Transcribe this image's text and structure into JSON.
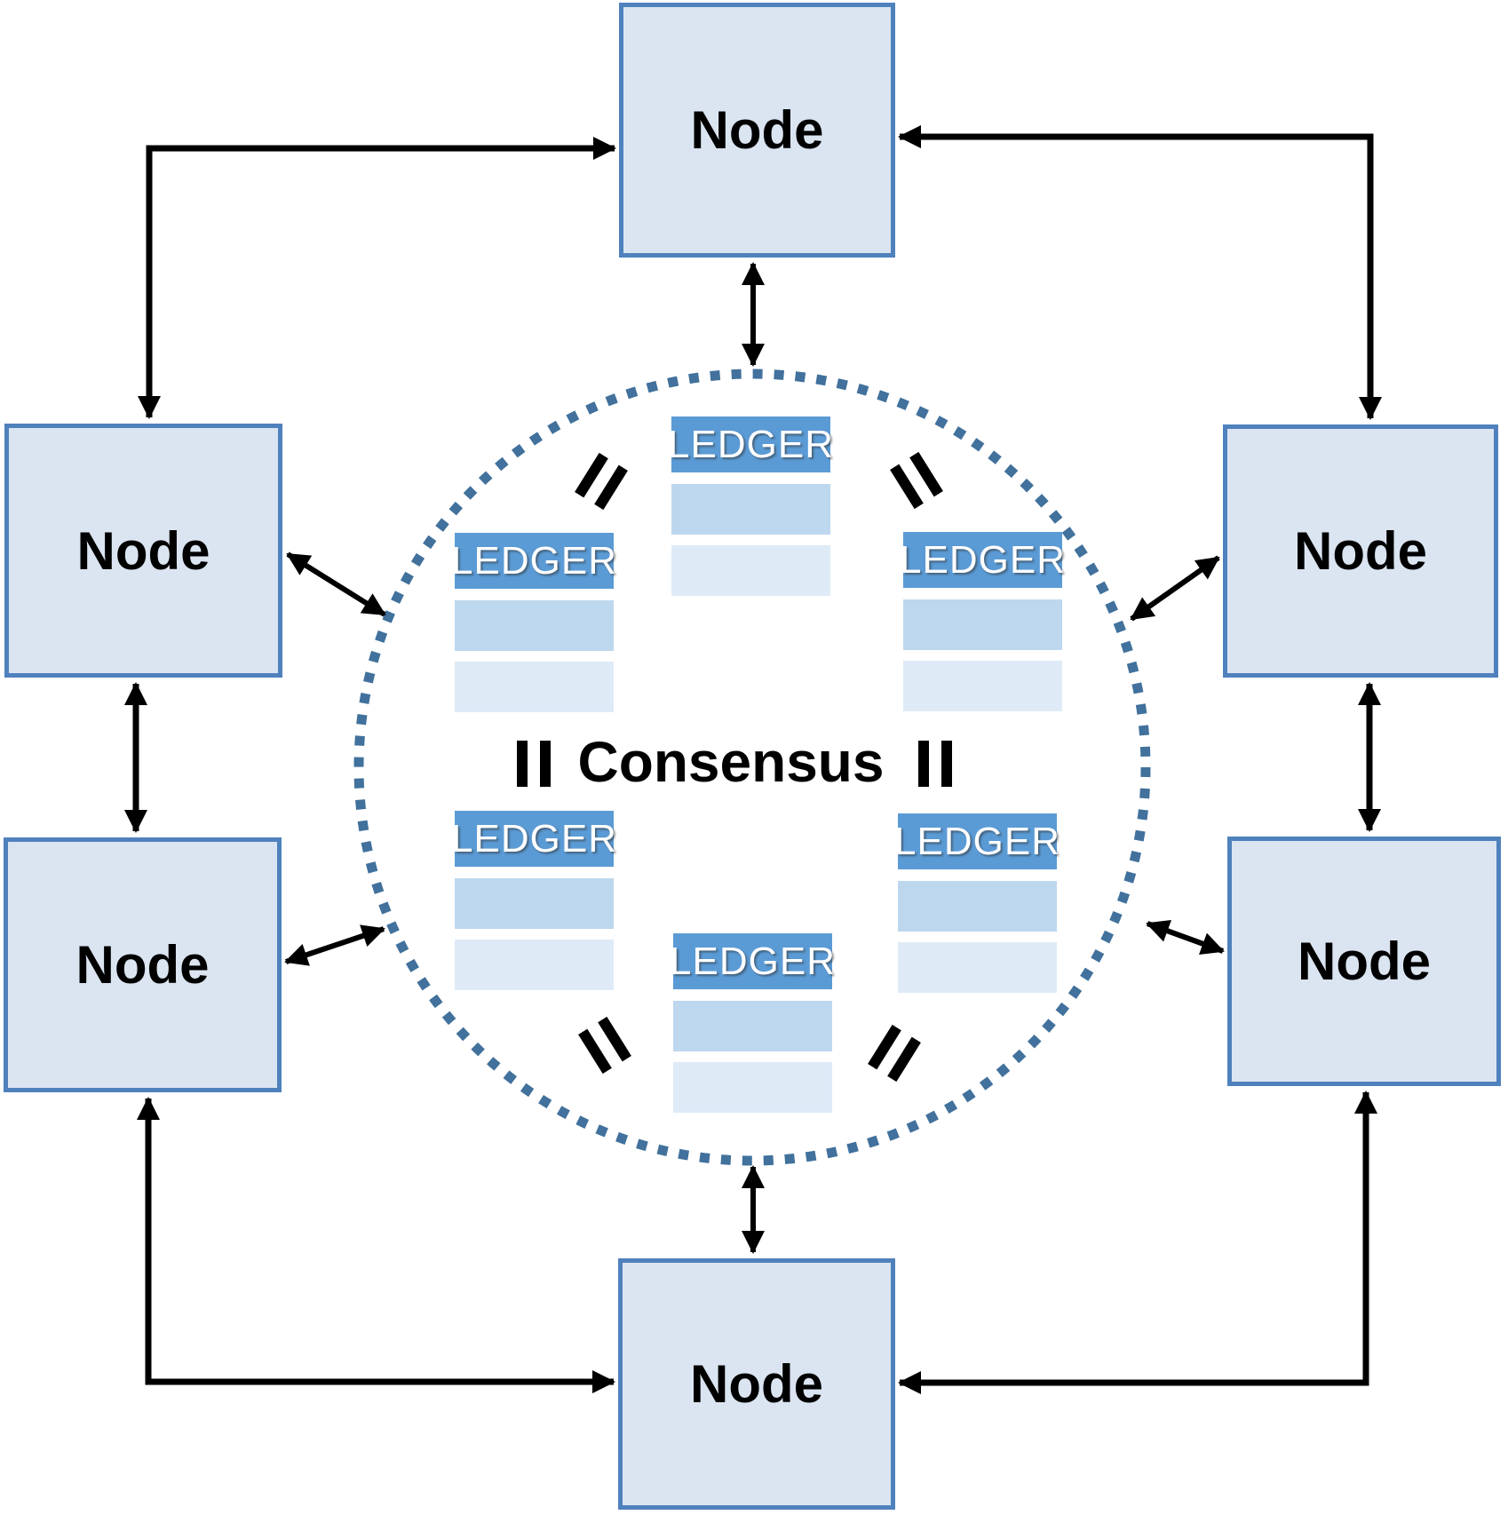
{
  "diagram": {
    "consensus_label": "Consensus",
    "nodes": [
      {
        "id": "top",
        "label": "Node"
      },
      {
        "id": "left-upper",
        "label": "Node"
      },
      {
        "id": "right-upper",
        "label": "Node"
      },
      {
        "id": "left-lower",
        "label": "Node"
      },
      {
        "id": "right-lower",
        "label": "Node"
      },
      {
        "id": "bottom",
        "label": "Node"
      }
    ],
    "ledgers": [
      {
        "id": "top",
        "label": "LEDGER"
      },
      {
        "id": "upper-left",
        "label": "LEDGER"
      },
      {
        "id": "upper-right",
        "label": "LEDGER"
      },
      {
        "id": "lower-left",
        "label": "LEDGER"
      },
      {
        "id": "lower-right",
        "label": "LEDGER"
      },
      {
        "id": "bottom",
        "label": "LEDGER"
      }
    ],
    "equals_marks": {
      "symbol": "=",
      "count": 6,
      "positions": [
        "top-left",
        "top-right",
        "mid-left",
        "mid-right",
        "bottom-left",
        "bottom-right"
      ]
    },
    "connections": {
      "node_to_node_arrows": 6,
      "node_to_circle_arrows": 6,
      "style": "double-headed"
    },
    "colors": {
      "node_fill": "#dbe5f1",
      "node_border": "#4f81bd",
      "ledger_header": "#5b9bd5",
      "ledger_row_a": "#bdd7ee",
      "ledger_row_b": "#deebf7",
      "circle_dot": "#41719c",
      "arrow": "#000000",
      "consensus_text": "#000000"
    }
  }
}
